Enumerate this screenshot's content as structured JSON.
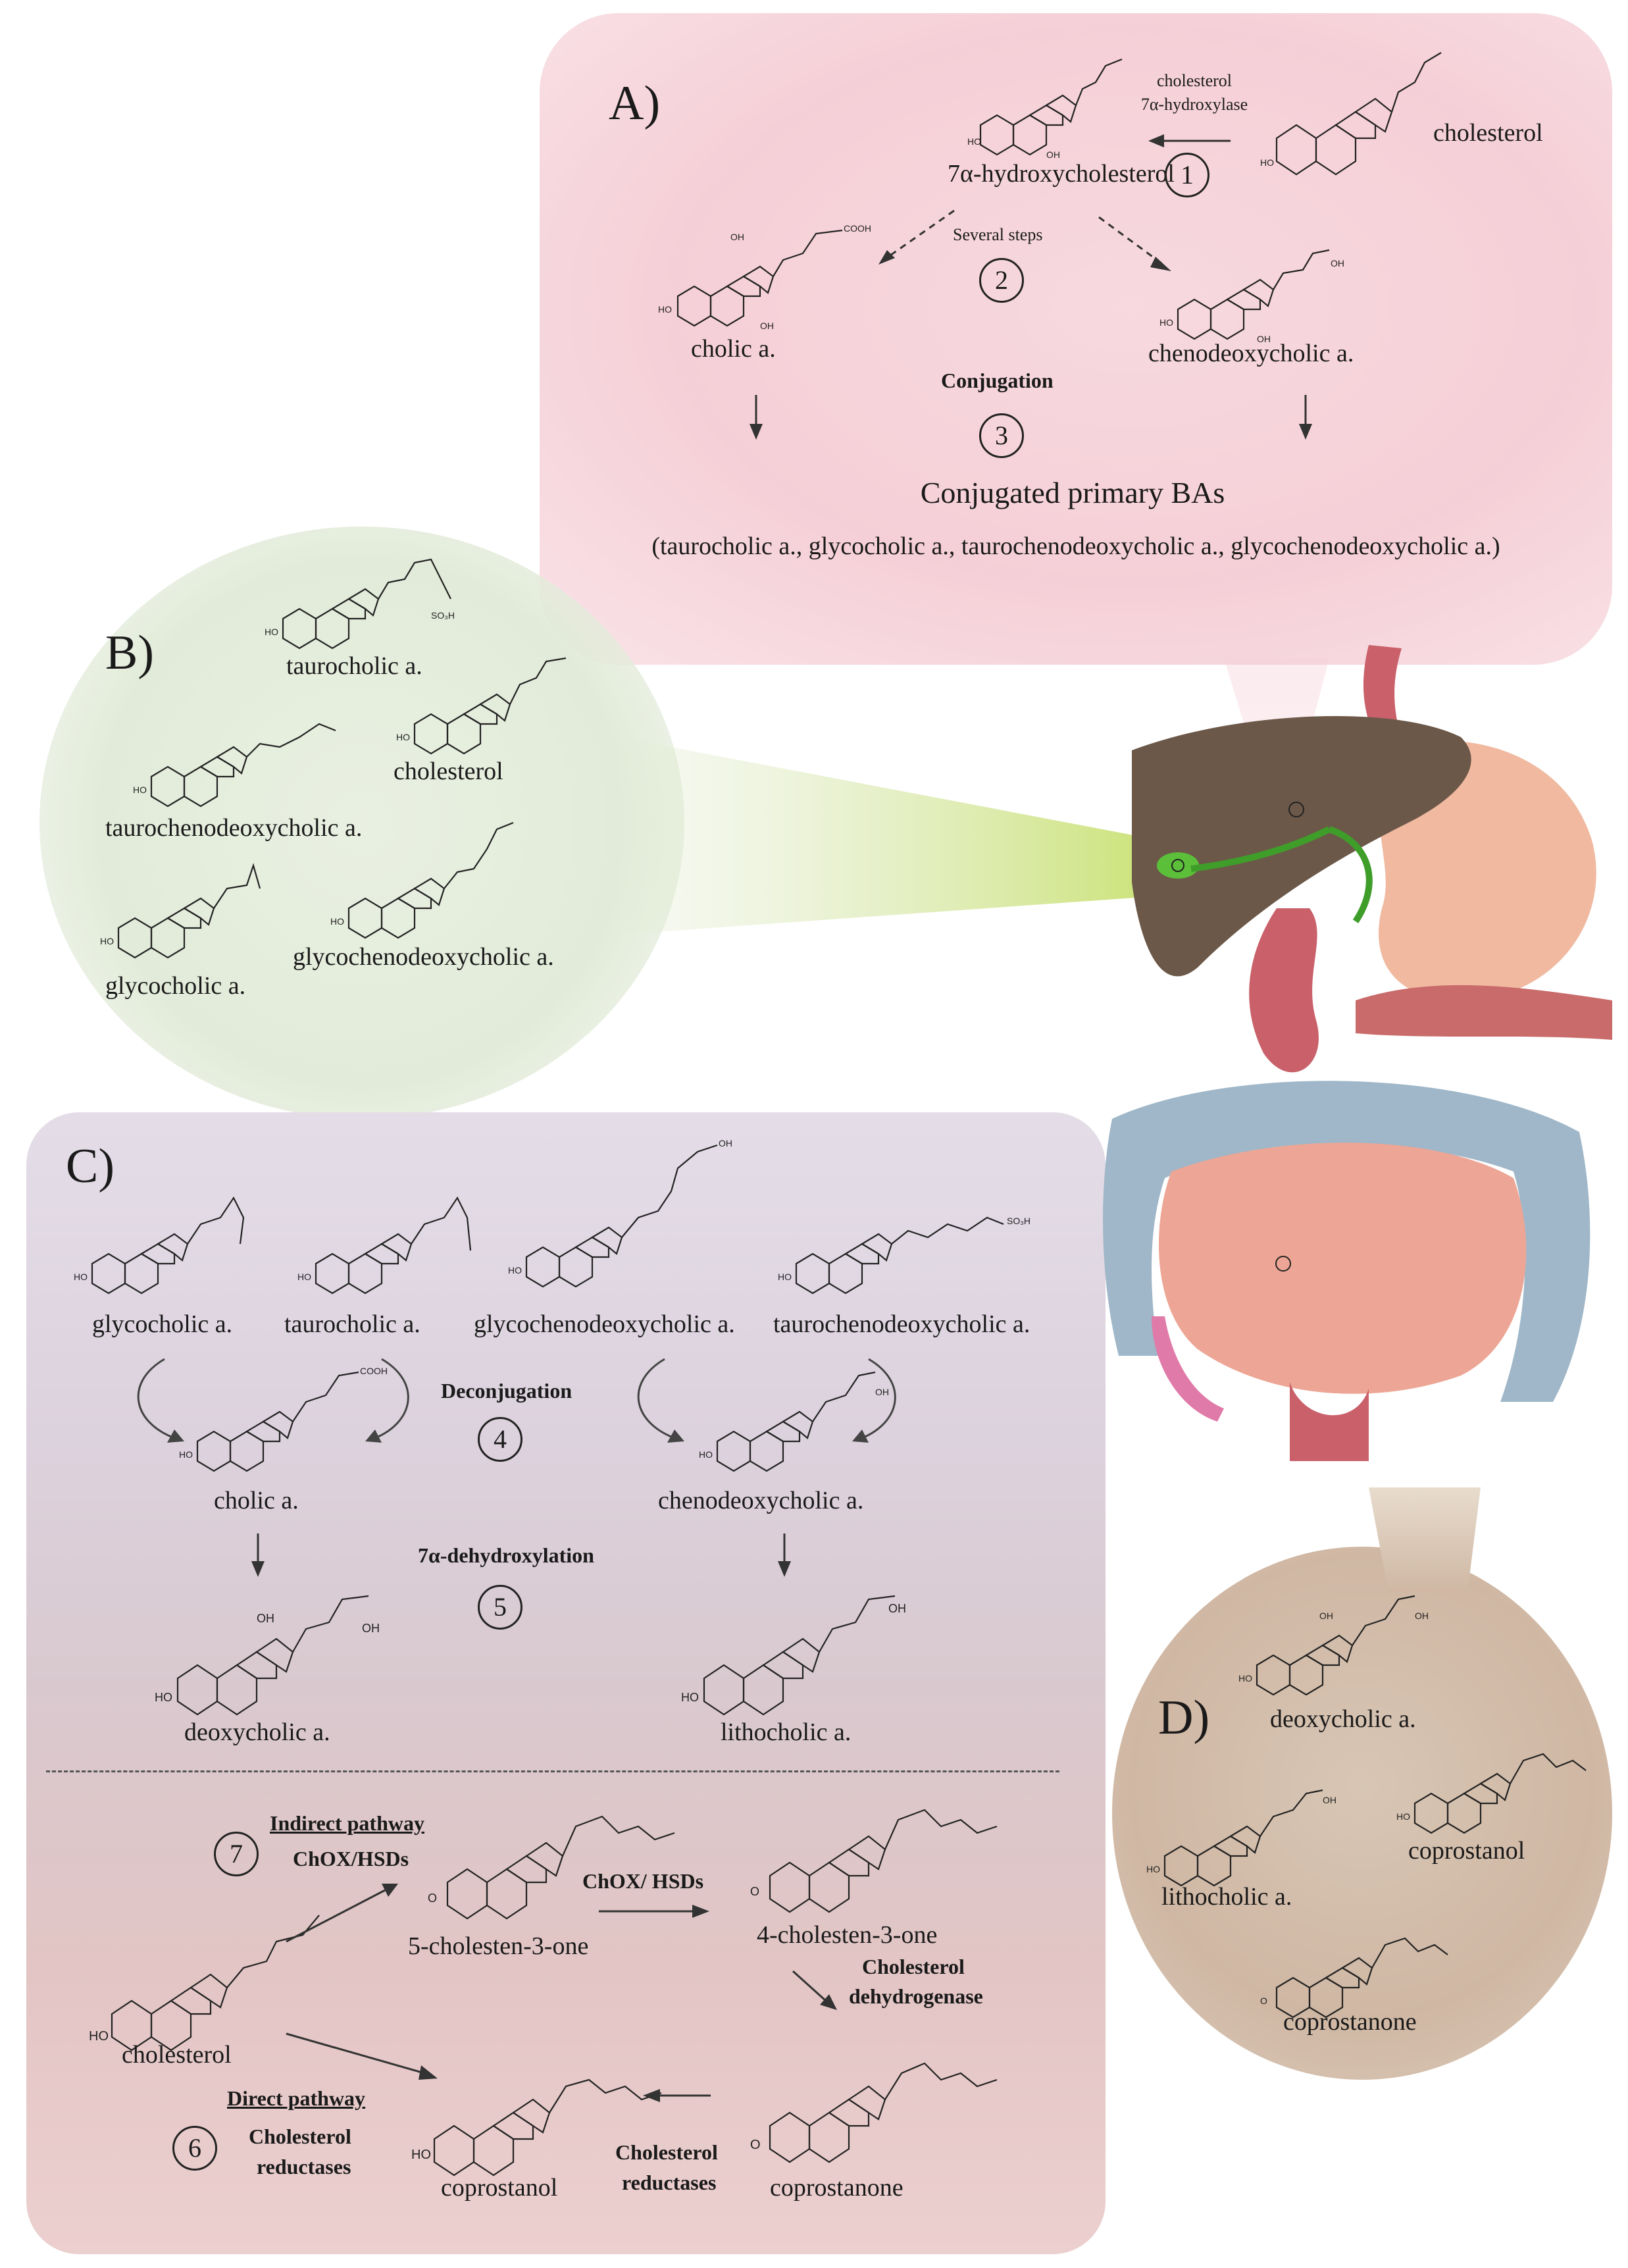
{
  "panelA": {
    "letter": "A)",
    "enzyme_line1": "cholesterol",
    "enzyme_line2": "7α-hydroxylase",
    "cholesterol": "cholesterol",
    "hydroxycholesterol": "7α-hydroxycholesterol",
    "step1": "1",
    "several_steps": "Several steps",
    "step2": "2",
    "cholic": "cholic a.",
    "chenodeoxycholic": "chenodeoxycholic a.",
    "conjugation": "Conjugation",
    "step3": "3",
    "conjugated_title": "Conjugated primary BAs",
    "conjugated_list": "(taurocholic a., glycocholic a., taurochenodeoxycholic a., glycochenodeoxycholic a.)"
  },
  "panelB": {
    "letter": "B)",
    "taurocholic": "taurocholic a.",
    "cholesterol": "cholesterol",
    "taurochenodeoxycholic": "taurochenodeoxycholic a.",
    "glycochenodeoxycholic": "glycochenodeoxycholic a.",
    "glycocholic": "glycocholic a."
  },
  "panelC": {
    "letter": "C)",
    "glycocholic": "glycocholic a.",
    "taurocholic": "taurocholic a.",
    "glycochenodeoxycholic": "glycochenodeoxycholic a.",
    "taurochenodeoxycholic": "taurochenodeoxycholic a.",
    "deconjugation": "Deconjugation",
    "step4": "4",
    "cholic": "cholic a.",
    "chenodeoxycholic": "chenodeoxycholic a.",
    "dehydroxylation": "7α-dehydroxylation",
    "step5": "5",
    "deoxycholic": "deoxycholic a.",
    "lithocholic": "lithocholic a.",
    "step7": "7",
    "indirect_pathway": "Indirect pathway",
    "chox_hsds": "ChOX/HSDs",
    "cholesten5": "5-cholesten-3-one",
    "chox_hsds2": "ChOX/ HSDs",
    "cholesten4": "4-cholesten-3-one",
    "chol_dehydrogenase_1": "Cholesterol",
    "chol_dehydrogenase_2": "dehydrogenase",
    "cholesterol": "cholesterol",
    "direct_pathway": "Direct pathway",
    "step6": "6",
    "chol_reductases_1": "Cholesterol",
    "chol_reductases_2": "reductases",
    "coprostanol": "coprostanol",
    "coprostanone": "coprostanone",
    "chol_reductases_b1": "Cholesterol",
    "chol_reductases_b2": "reductases"
  },
  "panelD": {
    "letter": "D)",
    "deoxycholic": "deoxycholic a.",
    "coprostanol": "coprostanol",
    "lithocholic": "lithocholic a.",
    "coprostanone": "coprostanone"
  },
  "colors": {
    "panelA_bg": "#f5cfd7",
    "panelB_bg": "#e4ecdb",
    "panelC_bg": "#ddd3df",
    "panelD_bg": "#cfb7a3",
    "liver": "#6b5848",
    "stomach": "#f0b9a0",
    "intestine": "#eda695",
    "colon": "#9fb7c8",
    "gallbladder": "#5cbf3a"
  },
  "icons": [
    "steroid-structure",
    "arrow",
    "liver",
    "stomach",
    "intestine",
    "gallbladder"
  ]
}
